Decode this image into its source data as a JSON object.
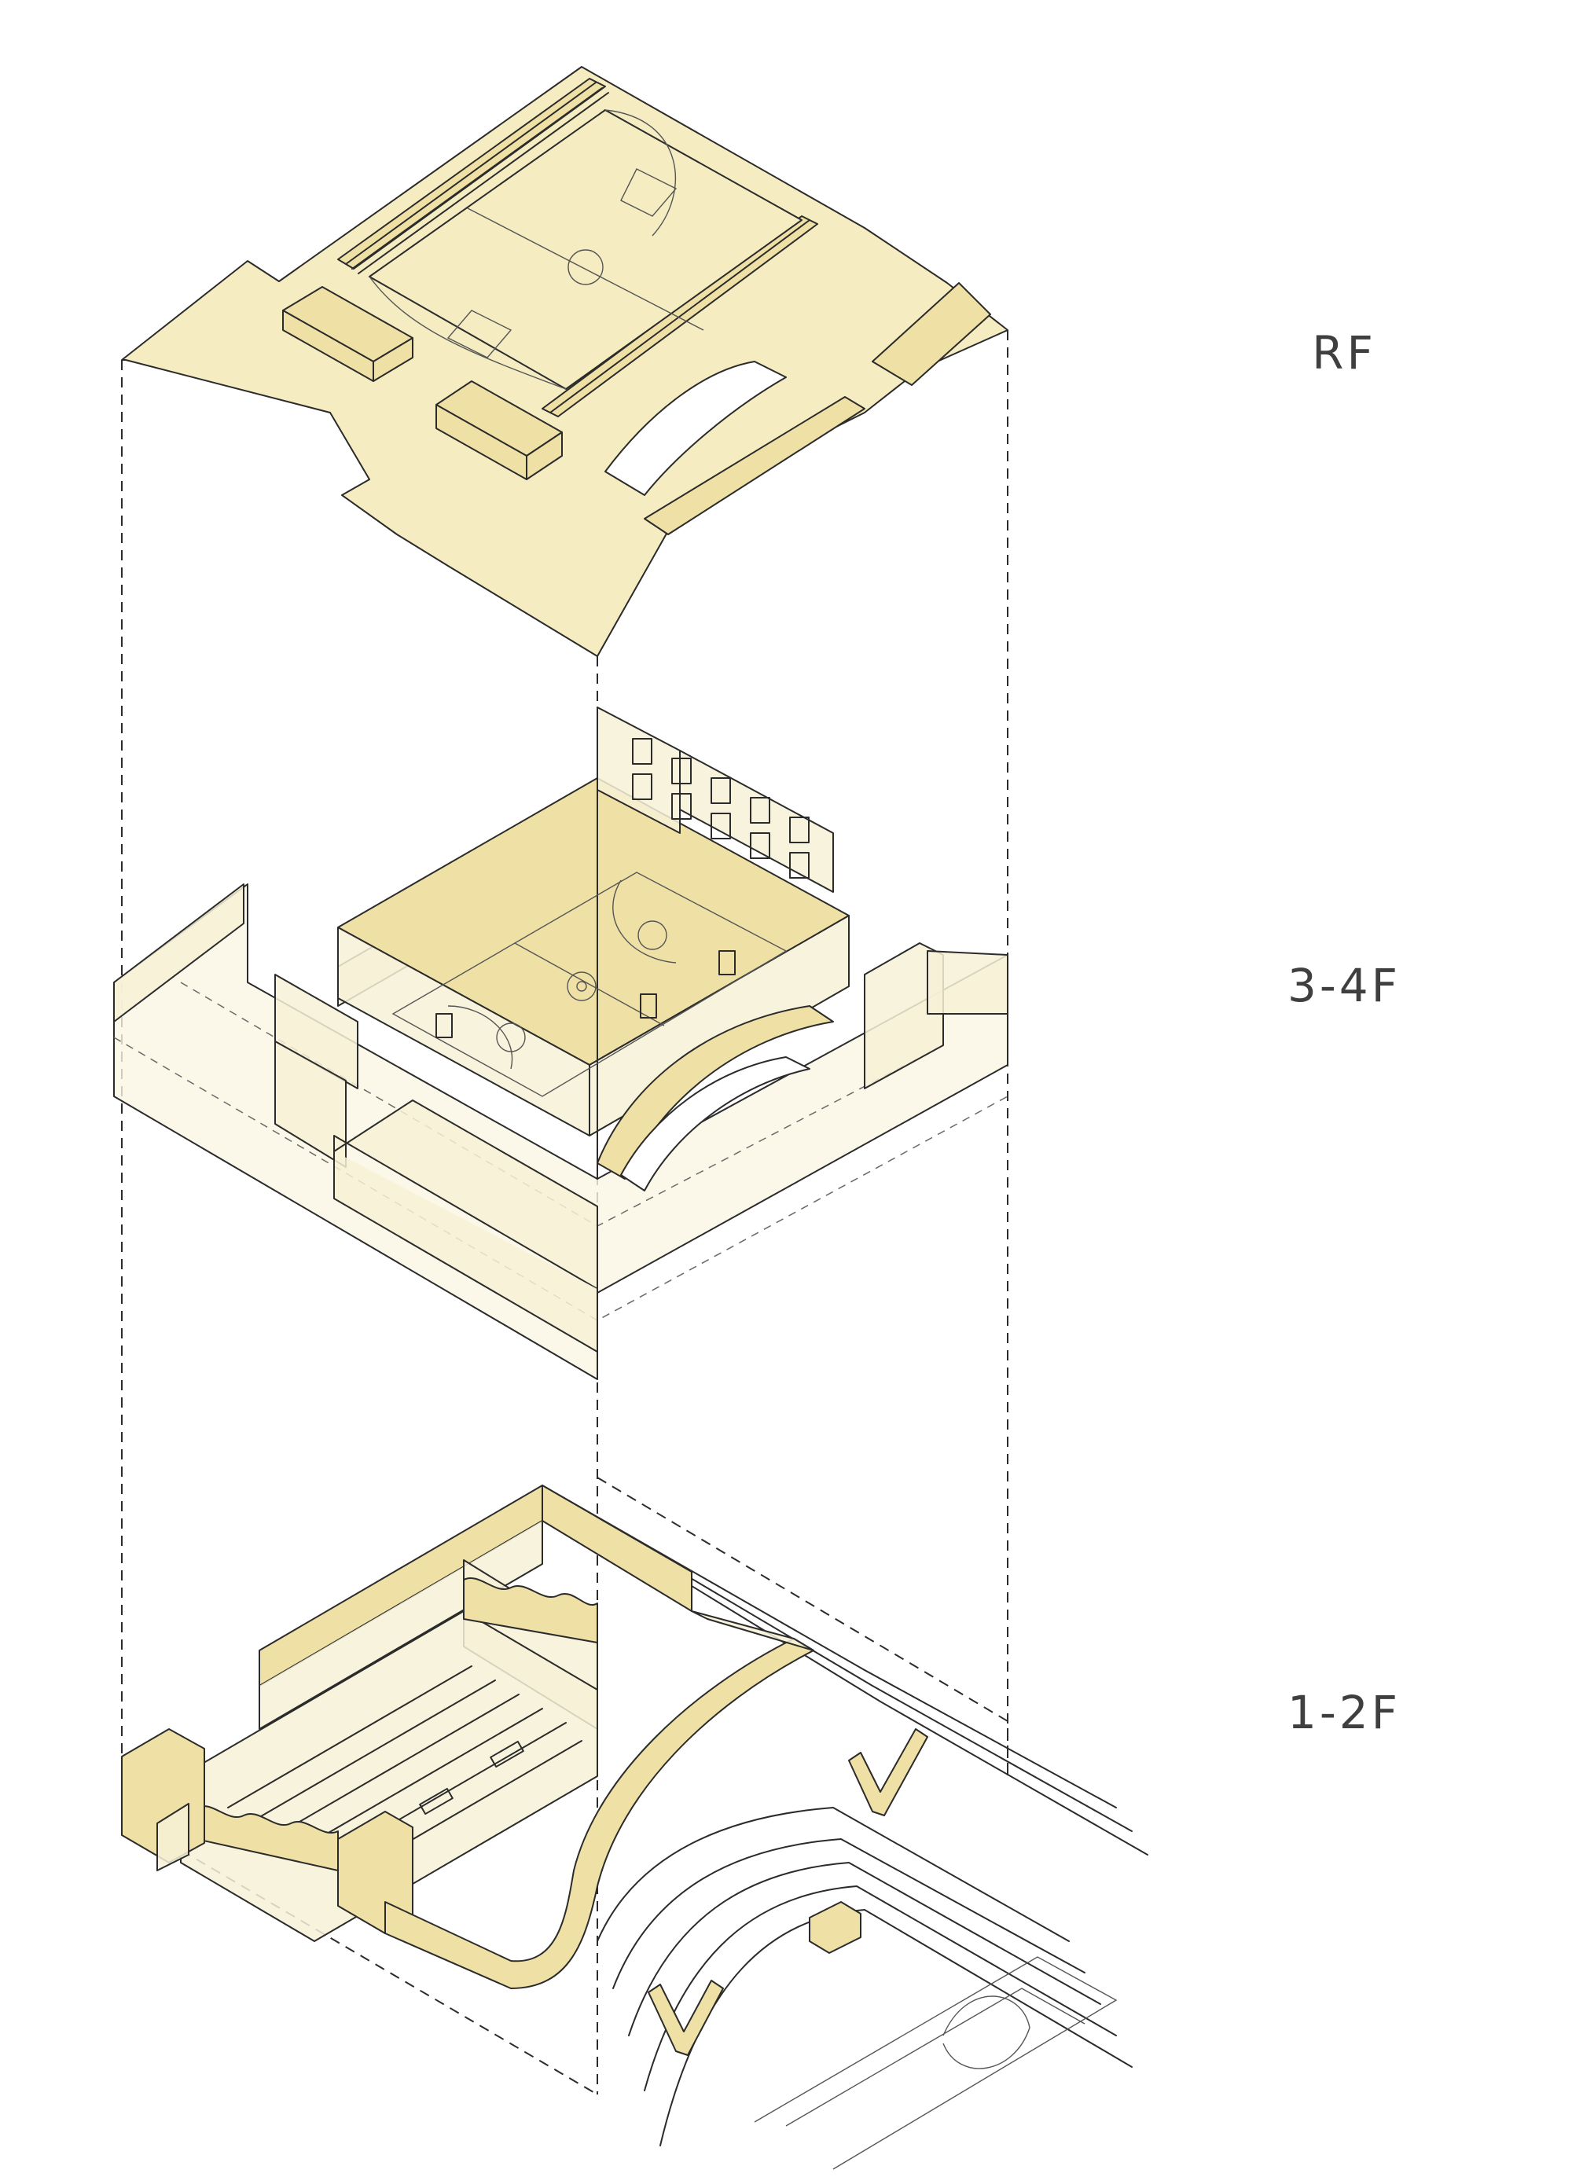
{
  "labels": {
    "rf": "RF",
    "floor_3_4": "3-4F",
    "floor_1_2": "1-2F"
  },
  "colors": {
    "slab_fill": "#f5ecc2",
    "wall_fill": "#efe1a6",
    "line": "#2b2b2b",
    "label_text": "#3f3f3f"
  }
}
